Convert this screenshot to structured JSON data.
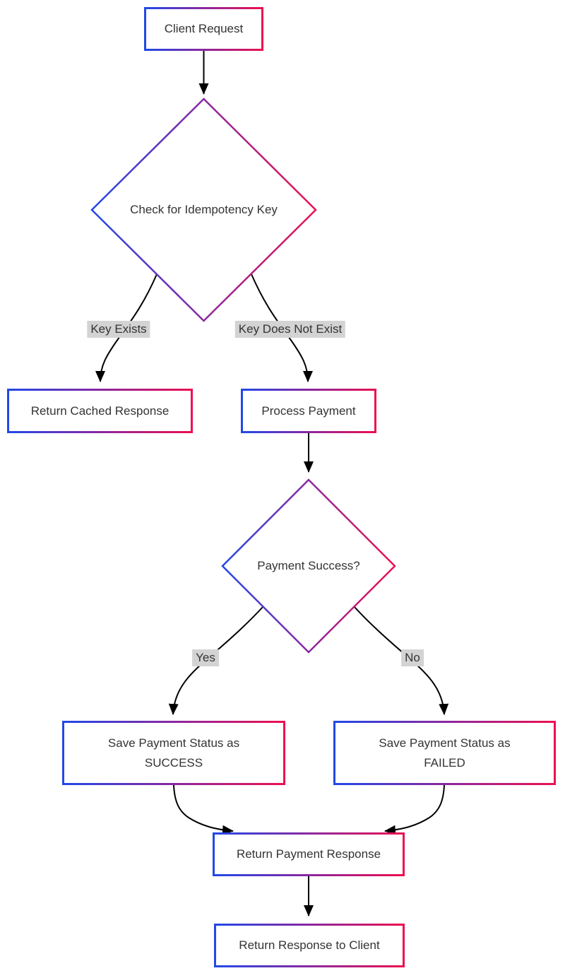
{
  "diagram": {
    "type": "flowchart",
    "nodes": {
      "client_request": {
        "label": "Client Request",
        "shape": "rect"
      },
      "check_idempotency": {
        "label": "Check for Idempotency Key",
        "shape": "diamond"
      },
      "return_cached": {
        "label": "Return Cached Response",
        "shape": "rect"
      },
      "process_payment": {
        "label": "Process Payment",
        "shape": "rect"
      },
      "payment_success": {
        "label": "Payment Success?",
        "shape": "diamond"
      },
      "save_success": {
        "label": "Save Payment Status as\nSUCCESS",
        "shape": "rect"
      },
      "save_failed": {
        "label": "Save Payment Status as\nFAILED",
        "shape": "rect"
      },
      "return_payment_response": {
        "label": "Return Payment Response",
        "shape": "rect"
      },
      "return_response_client": {
        "label": "Return Response to Client",
        "shape": "rect"
      }
    },
    "edge_labels": {
      "key_exists": "Key Exists",
      "key_not_exists": "Key Does Not Exist",
      "yes": "Yes",
      "no": "No"
    },
    "edges": [
      {
        "from": "client_request",
        "to": "check_idempotency",
        "label": ""
      },
      {
        "from": "check_idempotency",
        "to": "return_cached",
        "label": "Key Exists"
      },
      {
        "from": "check_idempotency",
        "to": "process_payment",
        "label": "Key Does Not Exist"
      },
      {
        "from": "process_payment",
        "to": "payment_success",
        "label": ""
      },
      {
        "from": "payment_success",
        "to": "save_success",
        "label": "Yes"
      },
      {
        "from": "payment_success",
        "to": "save_failed",
        "label": "No"
      },
      {
        "from": "save_success",
        "to": "return_payment_response",
        "label": ""
      },
      {
        "from": "save_failed",
        "to": "return_payment_response",
        "label": ""
      },
      {
        "from": "return_payment_response",
        "to": "return_response_client",
        "label": ""
      }
    ],
    "colors": {
      "gradient_start": "#2148e8",
      "gradient_mid": "#8a28a0",
      "gradient_end": "#ec1050",
      "edge": "#000000",
      "label_bg": "#d3d3d3",
      "text": "#333333"
    }
  }
}
